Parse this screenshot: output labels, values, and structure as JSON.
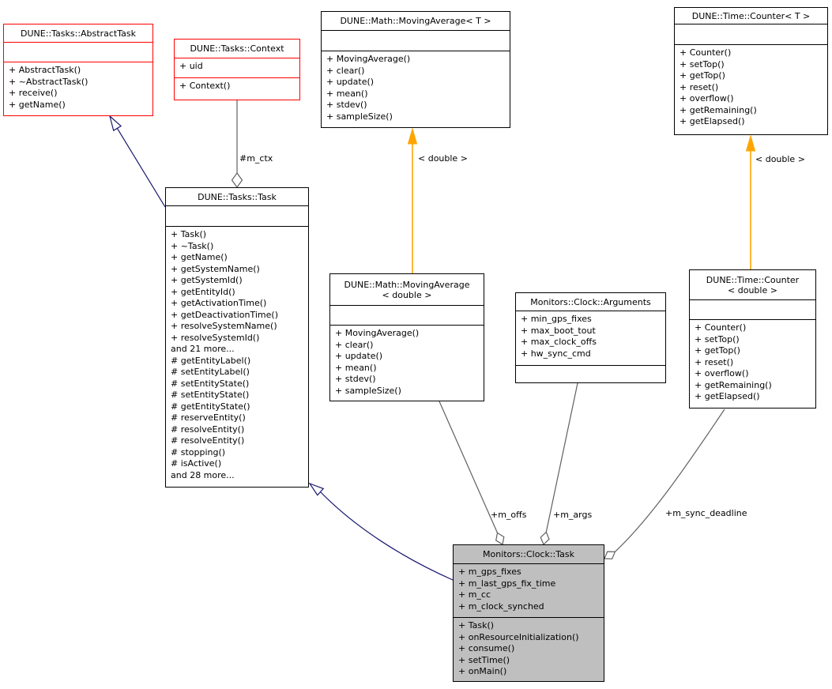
{
  "classes": {
    "abstract_task": {
      "title": "DUNE::Tasks::AbstractTask",
      "attributes": [],
      "methods": [
        "+ AbstractTask()",
        "+ ~AbstractTask()",
        "+ receive()",
        "+ getName()"
      ]
    },
    "context": {
      "title": "DUNE::Tasks::Context",
      "attributes": [
        "+ uid"
      ],
      "methods": [
        "+ Context()"
      ]
    },
    "moving_average_t": {
      "title": "DUNE::Math::MovingAverage< T >",
      "attributes": [],
      "methods": [
        "+ MovingAverage()",
        "+ clear()",
        "+ update()",
        "+ mean()",
        "+ stdev()",
        "+ sampleSize()"
      ]
    },
    "counter_t": {
      "title": "DUNE::Time::Counter< T >",
      "attributes": [],
      "methods": [
        "+ Counter()",
        "+ setTop()",
        "+ getTop()",
        "+ reset()",
        "+ overflow()",
        "+ getRemaining()",
        "+ getElapsed()"
      ]
    },
    "task": {
      "title": "DUNE::Tasks::Task",
      "attributes": [],
      "methods": [
        "+ Task()",
        "+ ~Task()",
        "+ getName()",
        "+ getSystemName()",
        "+ getSystemId()",
        "+ getEntityId()",
        "+ getActivationTime()",
        "+ getDeactivationTime()",
        "+ resolveSystemName()",
        "+ resolveSystemId()",
        "and 21 more...",
        "# getEntityLabel()",
        "# setEntityLabel()",
        "# setEntityState()",
        "# setEntityState()",
        "# getEntityState()",
        "# reserveEntity()",
        "# resolveEntity()",
        "# resolveEntity()",
        "# stopping()",
        "# isActive()",
        "and 28 more..."
      ]
    },
    "moving_average_double": {
      "title": "DUNE::Math::MovingAverage",
      "title2": "< double >",
      "attributes": [],
      "methods": [
        "+ MovingAverage()",
        "+ clear()",
        "+ update()",
        "+ mean()",
        "+ stdev()",
        "+ sampleSize()"
      ]
    },
    "arguments": {
      "title": "Monitors::Clock::Arguments",
      "attributes": [
        "+ min_gps_fixes",
        "+ max_boot_tout",
        "+ max_clock_offs",
        "+ hw_sync_cmd"
      ],
      "methods": []
    },
    "counter_double": {
      "title": "DUNE::Time::Counter",
      "title2": "< double >",
      "attributes": [],
      "methods": [
        "+ Counter()",
        "+ setTop()",
        "+ getTop()",
        "+ reset()",
        "+ overflow()",
        "+ getRemaining()",
        "+ getElapsed()"
      ]
    },
    "clock_task": {
      "title": "Monitors::Clock::Task",
      "attributes": [
        "+ m_gps_fixes",
        "+ m_last_gps_fix_time",
        "+ m_cc",
        "+ m_clock_synched"
      ],
      "methods": [
        "+ Task()",
        "+ onResourceInitialization()",
        "+ consume()",
        "+ setTime()",
        "+ onMain()"
      ]
    }
  },
  "edge_labels": {
    "m_ctx": "#m_ctx",
    "template_double_left": "< double >",
    "template_double_right": "< double >",
    "m_offs": "+m_offs",
    "m_args": "+m_args",
    "m_sync_deadline": "+m_sync_deadline"
  },
  "colors": {
    "inheritance_edge": "#191970",
    "template_edge": "#ffa500",
    "aggregation_edge": "#606060",
    "red_box_border": "#ff0000",
    "black_box_border": "#000000",
    "focus_node_fill": "#bfbfbf"
  }
}
